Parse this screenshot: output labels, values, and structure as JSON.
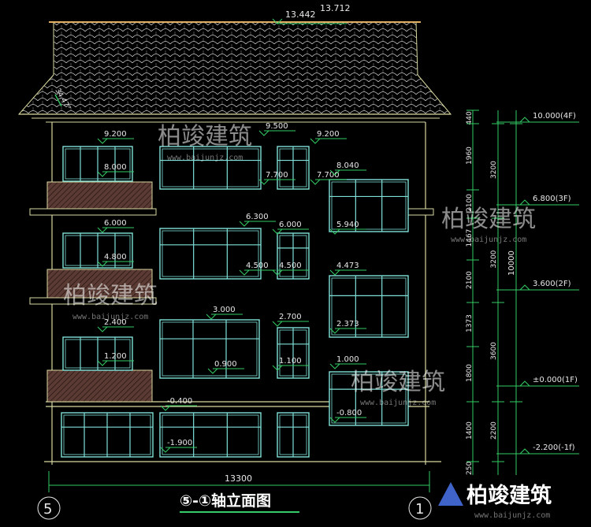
{
  "drawing": {
    "title": "⑤-①轴立面图",
    "axis_left": "5",
    "axis_right": "1",
    "total_width": "13300"
  },
  "watermark": {
    "brand": "柏竣建筑",
    "url": "www.baijunjz.com"
  },
  "roof_marks": {
    "a": "13.442",
    "b": "13.712",
    "slope": "34.47°"
  },
  "left_elevations": [
    "9.200",
    "8.000",
    "6.000",
    "4.800",
    "2.400",
    "1.200",
    "-0.400",
    "-1.900"
  ],
  "center_elevations": [
    "9.500",
    "7.700",
    "6.300",
    "4.500",
    "3.000",
    "0.900"
  ],
  "midright_elevations": [
    "6.000",
    "4.500",
    "2.700",
    "1.100"
  ],
  "right_elevations": [
    "9.200",
    "7.700",
    "8.040",
    "5.940",
    "4.473",
    "2.373",
    "1.000",
    "-0.800"
  ],
  "floor_levels": [
    "10.000(4F)",
    "6.800(3F)",
    "3.600(2F)",
    "±0.000(1F)",
    "-2.200(-1f)"
  ],
  "dims_col1": [
    "440",
    "1960",
    "2100",
    "1467",
    "2100",
    "1373",
    "1800",
    "1400",
    "250"
  ],
  "dims_col2": [
    "3200",
    "3200",
    "3600",
    "2200"
  ],
  "dims_col3": [
    "10000"
  ]
}
